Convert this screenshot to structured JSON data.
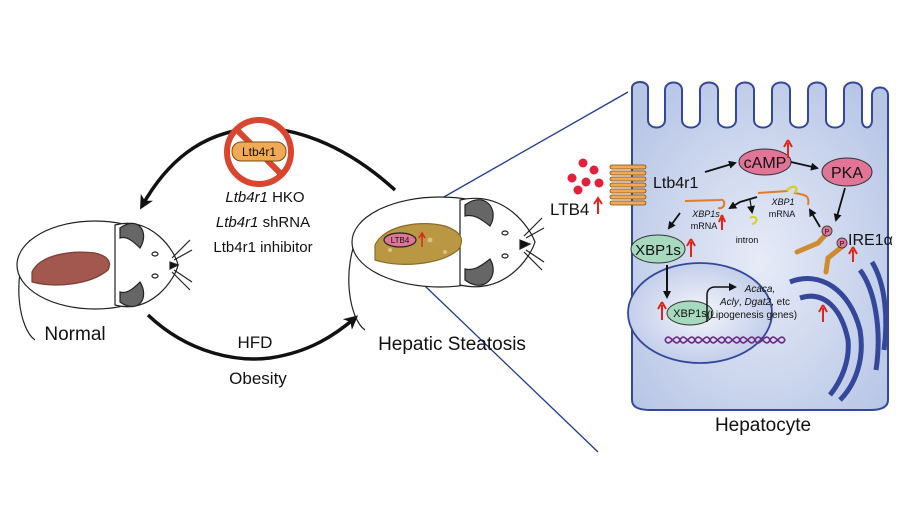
{
  "left_panel": {
    "blocked_target": "Ltb4r1",
    "interventions": [
      {
        "italic": "Ltb4r1",
        "rest": " HKO"
      },
      {
        "italic": "Ltb4r1",
        "rest": " shRNA"
      },
      {
        "italic": "",
        "rest": "Ltb4r1 inhibitor"
      }
    ],
    "normal_label": "Normal",
    "steatosis_label": "Hepatic Steatosis",
    "liver_badge": "LTB4",
    "transition_labels": [
      "HFD",
      "Obesity"
    ]
  },
  "cell": {
    "title": "Hepatocyte",
    "ligand": "LTB4",
    "receptor": "Ltb4r1",
    "camp": "cAMP",
    "pka": "PKA",
    "ire1": "IRE1α",
    "phospho": "P",
    "xbp1_mrna": [
      "XBP1",
      "mRNA"
    ],
    "xbp1s_mrna": [
      "XBP1s",
      "mRNA"
    ],
    "intron": "intron",
    "xbp1s_protein": "XBP1s",
    "xbp1s_nuclear": "XBP1s",
    "genes": {
      "line1": "Acaca,",
      "acly": "Acly",
      "sep": ", ",
      "dgat2": "Dgat2",
      "etc": ", etc",
      "line3": "(Lipogenesis genes)"
    }
  },
  "colors": {
    "up_arrow": "#e0261b",
    "cell_fill": "#c9d4ec",
    "cell_stroke": "#34479a",
    "pink": "#e07598",
    "green": "#a6d9bd",
    "orange": "#f0a955"
  }
}
